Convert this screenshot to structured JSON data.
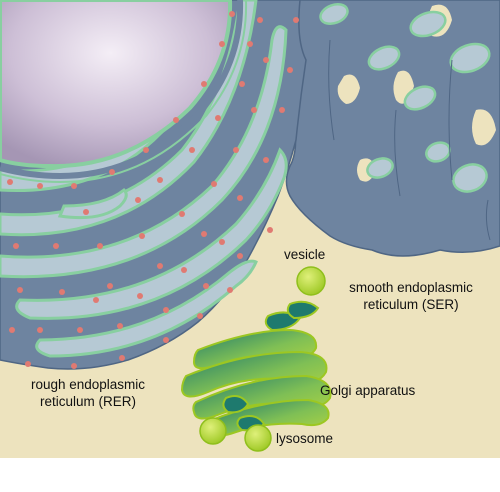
{
  "labels": {
    "vesicle": "vesicle",
    "ser_line1": "smooth endoplasmic",
    "ser_line2": "reticulum (SER)",
    "golgi": "Golgi apparatus",
    "rer_line1": "rough endoplasmic",
    "rer_line2": "reticulum (RER)",
    "lysosome": "lysosome"
  },
  "colors": {
    "cytoplasm": "#ede3be",
    "er_membrane": "#6e84a0",
    "er_lumen": "#b6c9d4",
    "er_rim": "#88cfa0",
    "ribosome": "#e07a72",
    "nucleus_center": "#f4eef6",
    "nucleus_edge": "#a596b4",
    "golgi_light": "#b3d640",
    "golgi_dark": "#1e7a6e",
    "vesicle": "#b9d936",
    "page_background": "#ffffff"
  }
}
